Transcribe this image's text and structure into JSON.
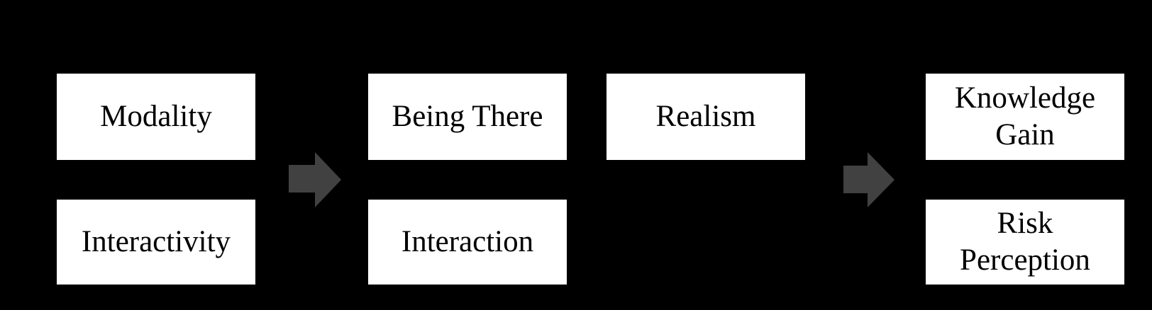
{
  "diagram": {
    "title": "",
    "stages": {
      "inputs": [
        "Modality",
        "Interactivity"
      ],
      "mediators": [
        "Being There",
        "Interaction",
        "Realism"
      ],
      "outcomes": [
        "Knowledge Gain",
        "Risk Perception"
      ]
    }
  },
  "boxes": {
    "modality": {
      "label": "Modality"
    },
    "interactivity": {
      "label": "Interactivity"
    },
    "being_there": {
      "label": "Being There"
    },
    "interaction": {
      "label": "Interaction"
    },
    "realism": {
      "label": "Realism"
    },
    "knowledge_gain": {
      "label": "Knowledge\nGain"
    },
    "risk_perception": {
      "label": "Risk\nPerception"
    }
  },
  "arrows": {
    "count": 2,
    "direction": "right"
  },
  "colors": {
    "background": "#000000",
    "box_fill": "#ffffff",
    "box_text": "#000000",
    "arrow": "#414141"
  }
}
